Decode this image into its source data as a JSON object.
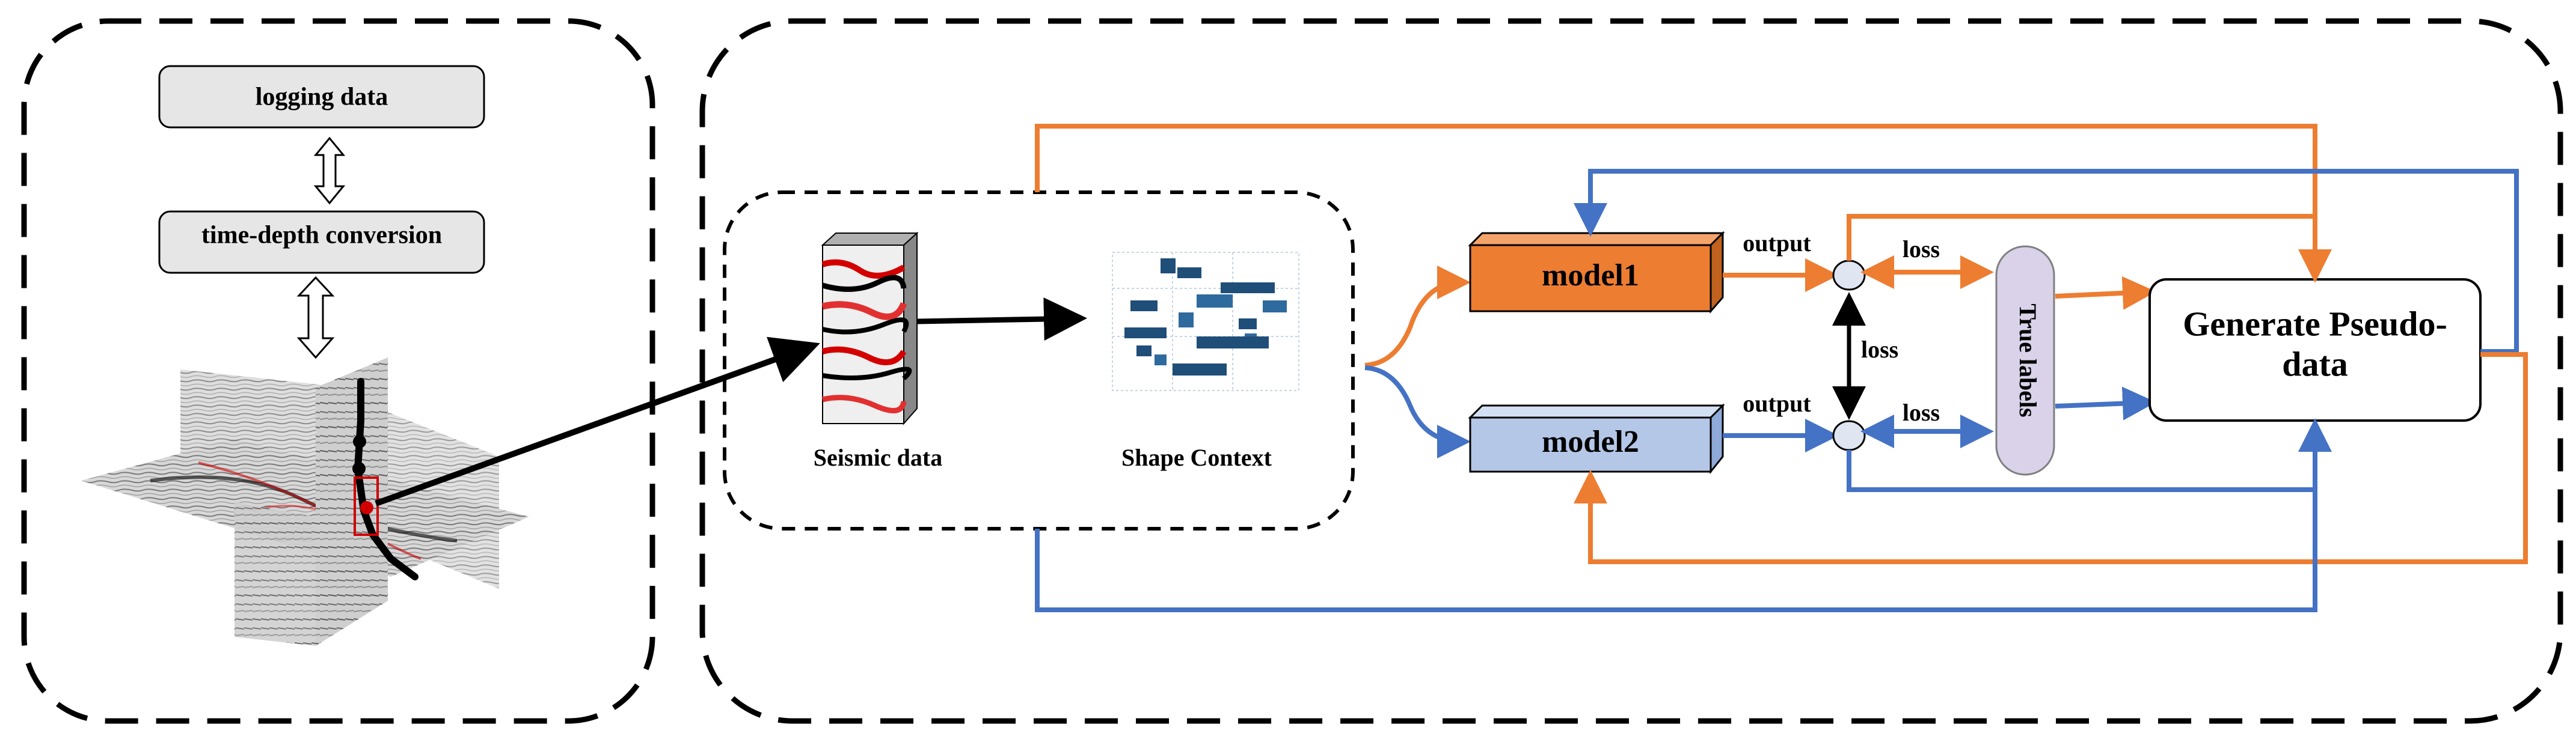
{
  "left_panel": {
    "logging_data": "logging data",
    "time_depth": "time-depth conversion"
  },
  "middle_panel": {
    "seismic_label": "Seismic data",
    "shape_label": "Shape Context"
  },
  "right_panel": {
    "model1": "model1",
    "model2": "model2",
    "output1": "output",
    "output2": "output",
    "loss_top": "loss",
    "loss_mid": "loss",
    "loss_bottom": "loss",
    "true_labels": "True labels",
    "generate_line1": "Generate Pseudo-",
    "generate_line2": "data"
  },
  "colors": {
    "orange": "#ED7D31",
    "blue": "#4472C4",
    "model1_fill": "#ED7D31",
    "model2_fill": "#B4C7E7",
    "labels_fill": "#D9D2E9",
    "box_fill": "#E6E6E6"
  }
}
